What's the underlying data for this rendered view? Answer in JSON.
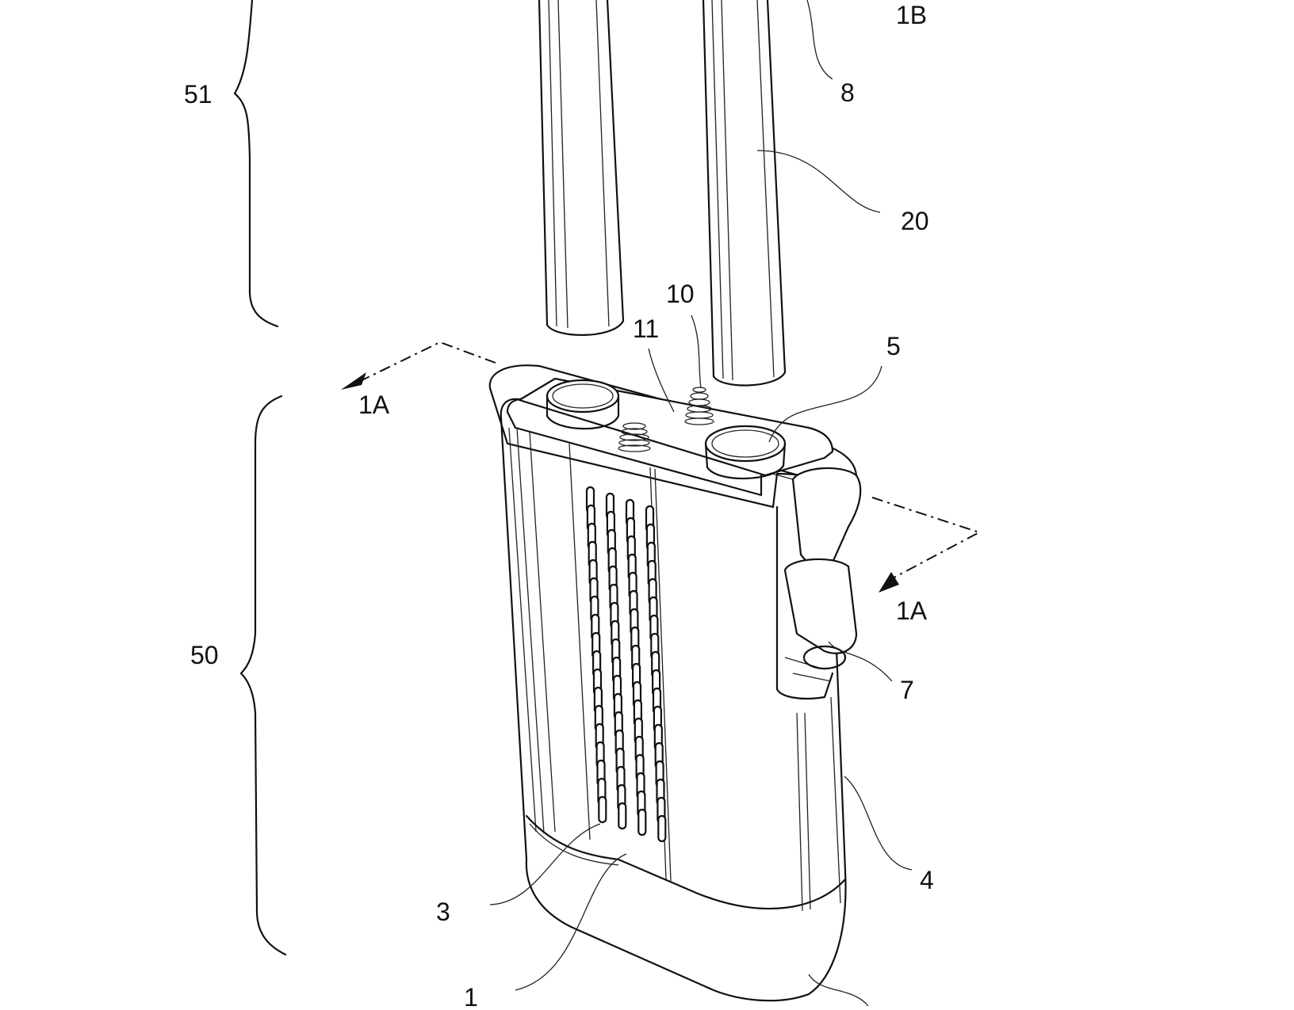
{
  "figure": {
    "labels": {
      "l51": "51",
      "l50": "50",
      "l1B": "1B",
      "l8": "8",
      "l20": "20",
      "l10": "10",
      "l11": "11",
      "l5": "5",
      "l1A_left": "1A",
      "l1A_right": "1A",
      "l7": "7",
      "l4": "4",
      "l3": "3",
      "l1": "1"
    }
  }
}
